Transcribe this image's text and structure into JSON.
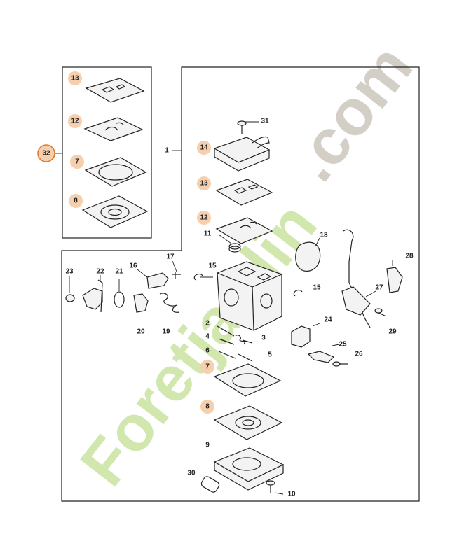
{
  "callouts": {
    "kit": "32",
    "assembly": "1",
    "c13a": "13",
    "c12a": "12",
    "c7a": "7",
    "c8a": "8",
    "c31": "31",
    "c14": "14",
    "c13b": "13",
    "c12b": "12",
    "c11": "11",
    "c17": "17",
    "c16": "16",
    "c15a": "15",
    "c18": "18",
    "c28": "28",
    "c23": "23",
    "c22": "22",
    "c21": "21",
    "c27": "27",
    "c15b": "15",
    "c20": "20",
    "c19": "19",
    "c29": "29",
    "c24": "24",
    "c2": "2",
    "c4": "4",
    "c3": "3",
    "c5": "5",
    "c6": "6",
    "c25": "25",
    "c26": "26",
    "c7b": "7",
    "c8b": "8",
    "c9": "9",
    "c30": "30",
    "c10": "10"
  },
  "watermark": {
    "text_green": "Foretjardin",
    "text_grey": ".com",
    "color_green": "#c9e3a0",
    "color_grey": "#cbc7bd"
  },
  "colors": {
    "highlight": "#f6cfae",
    "highlight_ring": "#e27a2c"
  }
}
